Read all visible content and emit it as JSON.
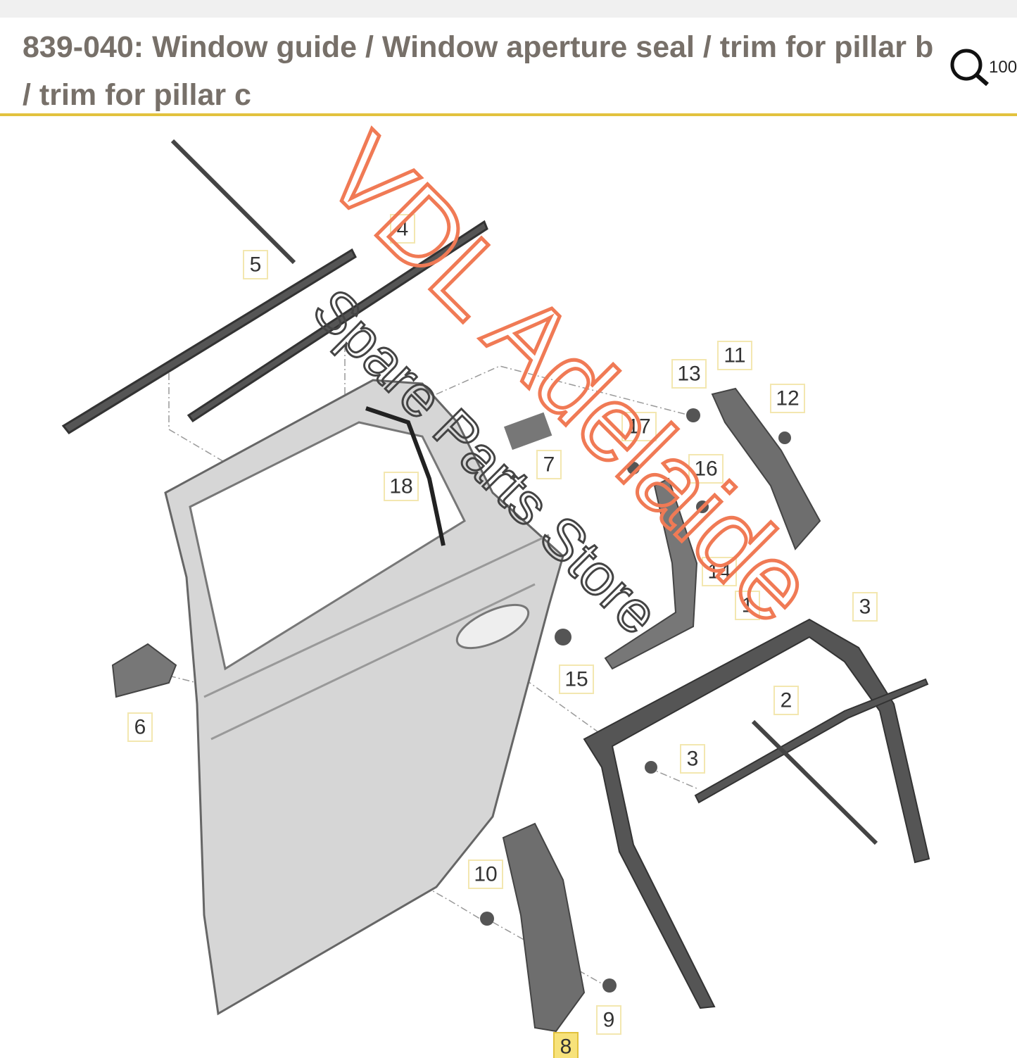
{
  "header": {
    "title_line1": "839-040: Window guide / Window aperture seal / trim for pillar b",
    "title_line2": "/ trim for pillar c",
    "zoom_icon": "magnifier-icon",
    "zoom_text": "100"
  },
  "diagram": {
    "highlight_color": "#f7e27a",
    "accent_color": "#e2c23e",
    "callouts": [
      "5",
      "4",
      "13",
      "11",
      "12",
      "17",
      "7",
      "16",
      "18",
      "14",
      "1",
      "3",
      "15",
      "2",
      "6",
      "3",
      "10",
      "9",
      "8"
    ],
    "selected_callout": "8"
  },
  "watermark": {
    "brand": "VDL Adelaide",
    "subtitle": "Spare Parts Store"
  }
}
